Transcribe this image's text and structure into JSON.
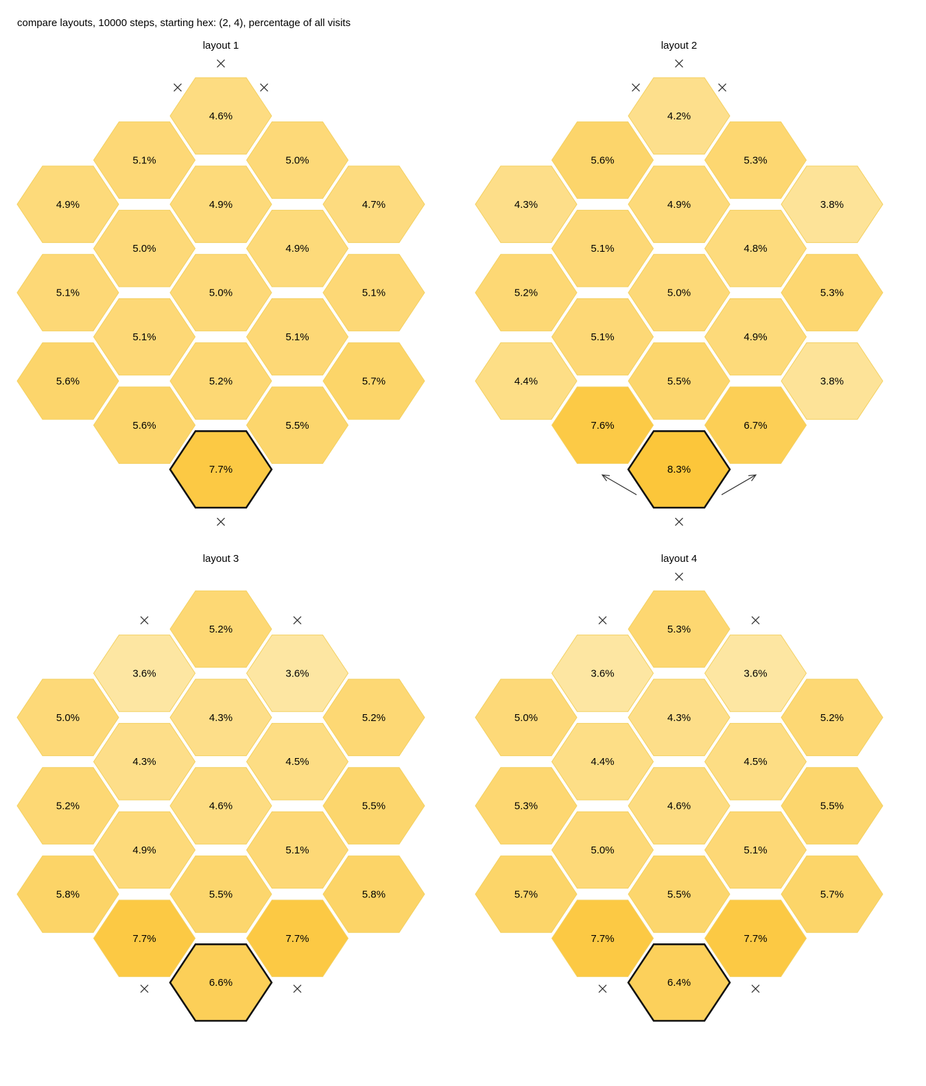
{
  "title": "compare layouts, 10000 steps, starting hex: (2, 4), percentage of all visits",
  "colors": {
    "hex_stroke": "#f3d060",
    "start_outline": "#111111",
    "marker": "#333333",
    "scale_low": "#fde6a2",
    "scale_high": "#fcc63a"
  },
  "color_scale": {
    "min": 3.6,
    "max": 8.3
  },
  "panels": [
    {
      "title": "layout 1",
      "hexes": [
        [
          "4.6%"
        ],
        [
          "5.1%",
          "5.0%"
        ],
        [
          "4.9%",
          "4.9%",
          "4.7%"
        ],
        [
          "5.0%",
          "4.9%"
        ],
        [
          "5.1%",
          "5.0%",
          "5.1%"
        ],
        [
          "5.1%",
          "5.1%"
        ],
        [
          "5.6%",
          "5.2%",
          "5.7%"
        ],
        [
          "5.6%",
          "5.5%"
        ],
        [
          "7.7%"
        ]
      ],
      "values": [
        4.6,
        5.1,
        5.0,
        4.9,
        4.9,
        4.7,
        5.0,
        4.9,
        5.1,
        5.0,
        5.1,
        5.1,
        5.1,
        5.6,
        5.2,
        5.7,
        5.6,
        5.5,
        7.7
      ],
      "x_markers": [
        "top",
        "top-left",
        "top-right",
        "bottom"
      ],
      "arrows": []
    },
    {
      "title": "layout 2",
      "hexes": [
        [
          "4.2%"
        ],
        [
          "5.6%",
          "5.3%"
        ],
        [
          "4.3%",
          "4.9%",
          "3.8%"
        ],
        [
          "5.1%",
          "4.8%"
        ],
        [
          "5.2%",
          "5.0%",
          "5.3%"
        ],
        [
          "5.1%",
          "4.9%"
        ],
        [
          "4.4%",
          "5.5%",
          "3.8%"
        ],
        [
          "7.6%",
          "6.7%"
        ],
        [
          "8.3%"
        ]
      ],
      "values": [
        4.2,
        5.6,
        5.3,
        4.3,
        4.9,
        3.8,
        5.1,
        4.8,
        5.2,
        5.0,
        5.3,
        5.1,
        4.9,
        4.4,
        5.5,
        3.8,
        7.6,
        6.7,
        8.3
      ],
      "x_markers": [
        "top",
        "top-left",
        "top-right",
        "bottom"
      ],
      "arrows": [
        "bottom-left",
        "bottom-right"
      ]
    },
    {
      "title": "layout 3",
      "hexes": [
        [
          "5.2%"
        ],
        [
          "3.6%",
          "3.6%"
        ],
        [
          "5.0%",
          "4.3%",
          "5.2%"
        ],
        [
          "4.3%",
          "4.5%"
        ],
        [
          "5.2%",
          "4.6%",
          "5.5%"
        ],
        [
          "4.9%",
          "5.1%"
        ],
        [
          "5.8%",
          "5.5%",
          "5.8%"
        ],
        [
          "7.7%",
          "7.7%"
        ],
        [
          "6.6%"
        ]
      ],
      "values": [
        5.2,
        3.6,
        3.6,
        5.0,
        4.3,
        5.2,
        4.3,
        4.5,
        5.2,
        4.6,
        5.5,
        4.9,
        5.1,
        5.8,
        5.5,
        5.8,
        7.7,
        7.7,
        6.6
      ],
      "x_markers": [
        "upper-left",
        "upper-right",
        "lower-left",
        "lower-right"
      ],
      "arrows": []
    },
    {
      "title": "layout 4",
      "hexes": [
        [
          "5.3%"
        ],
        [
          "3.6%",
          "3.6%"
        ],
        [
          "5.0%",
          "4.3%",
          "5.2%"
        ],
        [
          "4.4%",
          "4.5%"
        ],
        [
          "5.3%",
          "4.6%",
          "5.5%"
        ],
        [
          "5.0%",
          "5.1%"
        ],
        [
          "5.7%",
          "5.5%",
          "5.7%"
        ],
        [
          "7.7%",
          "7.7%"
        ],
        [
          "6.4%"
        ]
      ],
      "values": [
        5.3,
        3.6,
        3.6,
        5.0,
        4.3,
        5.2,
        4.4,
        4.5,
        5.3,
        4.6,
        5.5,
        5.0,
        5.1,
        5.7,
        5.5,
        5.7,
        7.7,
        7.7,
        6.4
      ],
      "x_markers": [
        "top",
        "upper-left",
        "upper-right",
        "lower-left",
        "lower-right"
      ],
      "arrows": []
    }
  ]
}
